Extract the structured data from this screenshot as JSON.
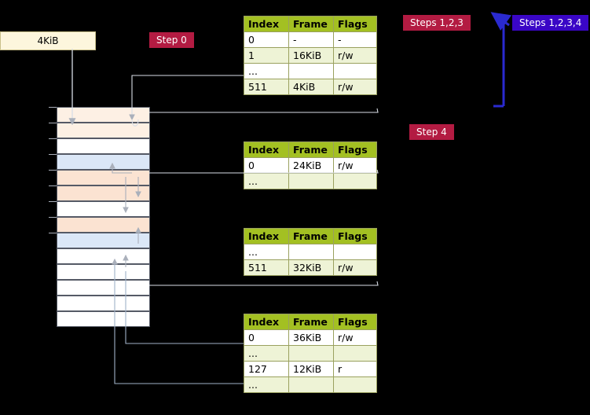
{
  "labels": {
    "kib_box": "4KiB",
    "step0": "Step 0",
    "steps123": "Steps 1,2,3",
    "steps1234": "Steps 1,2,3,4",
    "step4": "Step 4"
  },
  "colors": {
    "background": "#000000",
    "table_header": "#a3c022",
    "table_tint": "#eef3d6",
    "step_red": "#b31b42",
    "step_blue": "#3a06c6",
    "box_fill": "#fdf6dd",
    "arrow_gray": "#aab0bb",
    "arrow_blue": "#2a2ad0"
  },
  "tables": [
    {
      "name": "page-table-level-0",
      "headers": [
        "Index",
        "Frame",
        "Flags"
      ],
      "rows": [
        [
          "0",
          "-",
          "-"
        ],
        [
          "1",
          "16KiB",
          "r/w"
        ],
        [
          "...",
          "",
          ""
        ],
        [
          "511",
          "4KiB",
          "r/w"
        ]
      ]
    },
    {
      "name": "page-table-level-1",
      "headers": [
        "Index",
        "Frame",
        "Flags"
      ],
      "rows": [
        [
          "0",
          "24KiB",
          "r/w"
        ],
        [
          "...",
          "",
          ""
        ]
      ]
    },
    {
      "name": "page-table-level-2",
      "headers": [
        "Index",
        "Frame",
        "Flags"
      ],
      "rows": [
        [
          "...",
          "",
          ""
        ],
        [
          "511",
          "32KiB",
          "r/w"
        ]
      ]
    },
    {
      "name": "page-table-level-3",
      "headers": [
        "Index",
        "Frame",
        "Flags"
      ],
      "rows": [
        [
          "0",
          "36KiB",
          "r/w"
        ],
        [
          "...",
          "",
          ""
        ],
        [
          "127",
          "12KiB",
          "r"
        ],
        [
          "...",
          "",
          ""
        ]
      ]
    }
  ],
  "memory_rows": [
    {
      "fill": "#fdf0e4"
    },
    {
      "fill": "#fdf0e4"
    },
    {
      "fill": "#ffffff"
    },
    {
      "fill": "#dbe7f7"
    },
    {
      "fill": "#fbe3d2"
    },
    {
      "fill": "#fbe3d2"
    },
    {
      "fill": "#ffffff"
    },
    {
      "fill": "#fbe3d2"
    },
    {
      "fill": "#dbe7f7"
    },
    {
      "fill": "#ffffff"
    },
    {
      "fill": "#ffffff"
    },
    {
      "fill": "#ffffff"
    },
    {
      "fill": "#ffffff"
    },
    {
      "fill": "#ffffff"
    }
  ]
}
